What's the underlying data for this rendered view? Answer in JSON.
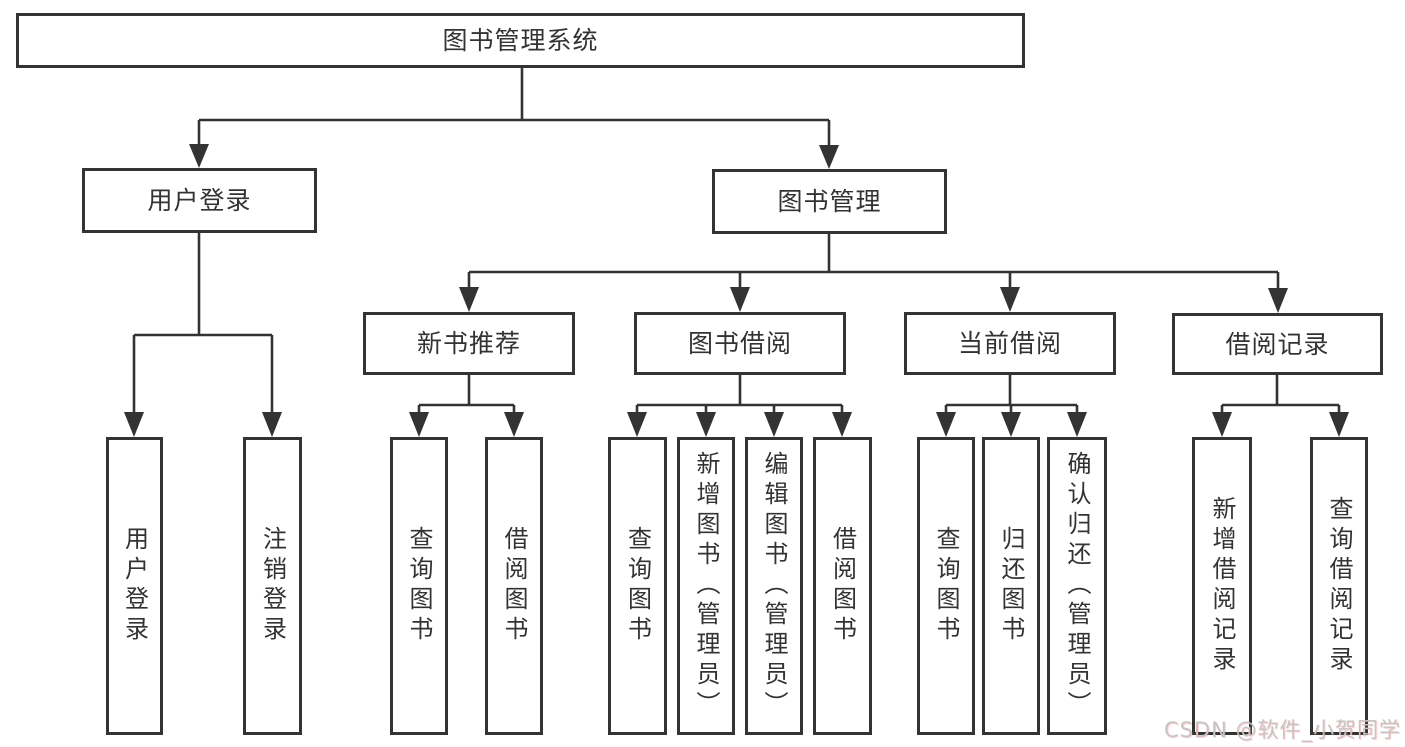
{
  "diagram": {
    "root": {
      "label": "图书管理系统"
    },
    "branches": [
      {
        "label": "用户登录",
        "children": [
          {
            "label": "用户登录"
          },
          {
            "label": "注销登录"
          }
        ]
      },
      {
        "label": "图书管理",
        "children": [
          {
            "label": "新书推荐",
            "children": [
              {
                "label": "查询图书"
              },
              {
                "label": "借阅图书"
              }
            ]
          },
          {
            "label": "图书借阅",
            "children": [
              {
                "label": "查询图书"
              },
              {
                "label": "新增图书（管理员）"
              },
              {
                "label": "编辑图书（管理员）"
              },
              {
                "label": "借阅图书"
              }
            ]
          },
          {
            "label": "当前借阅",
            "children": [
              {
                "label": "查询图书"
              },
              {
                "label": "归还图书"
              },
              {
                "label": "确认归还（管理员）"
              }
            ]
          },
          {
            "label": "借阅记录",
            "children": [
              {
                "label": "新增借阅记录"
              },
              {
                "label": "查询借阅记录"
              }
            ]
          }
        ]
      }
    ]
  },
  "watermark": {
    "text": "CSDN @软件_小贺同学"
  },
  "colors": {
    "line": "#333333",
    "text": "#333333",
    "background": "#ffffff",
    "watermark_gray": "#c6c4c4",
    "watermark_red": "#fc6e6e"
  }
}
